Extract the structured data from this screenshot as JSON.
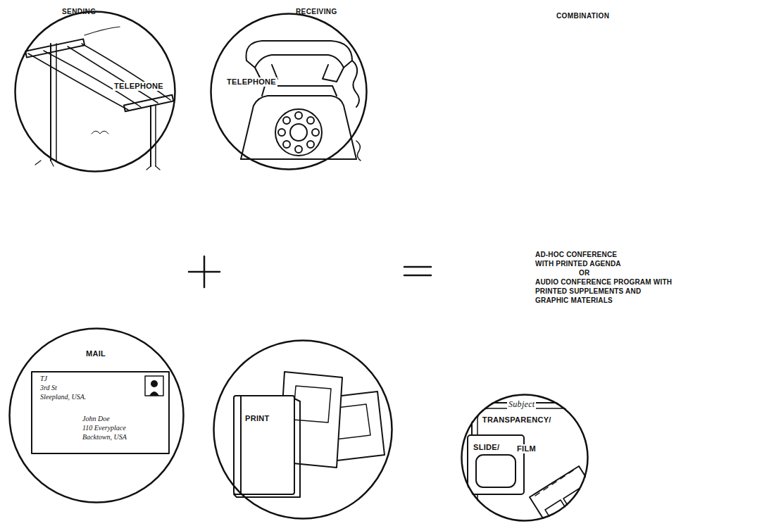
{
  "diagram": {
    "nodes": [
      {
        "text": [
          "TELEPHONE"
        ]
      },
      {
        "text": [
          "TELEPHONE"
        ]
      },
      {
        "text": [
          "MAIL"
        ]
      },
      {
        "text": [
          "PRINT"
        ]
      },
      {
        "text": [
          "Subject",
          "TRANSPARENCY/",
          "SLIDE/",
          "FILM"
        ]
      }
    ],
    "labels": [
      "SENDING",
      "RECEIVING",
      "COMBINATION",
      "AD-HOC CONFERENCE WITH PRINTED AGENDA",
      "OR",
      "AUDIO CONFERENCE PROGRAM WITH PRINTED SUPPLEMENTS AND GRAPHIC MATERIALS",
      "TJ",
      "3rd St",
      "Sleepland, USA.",
      "John Doe",
      "110 Everyplace",
      "Backtown, USA"
    ]
  }
}
